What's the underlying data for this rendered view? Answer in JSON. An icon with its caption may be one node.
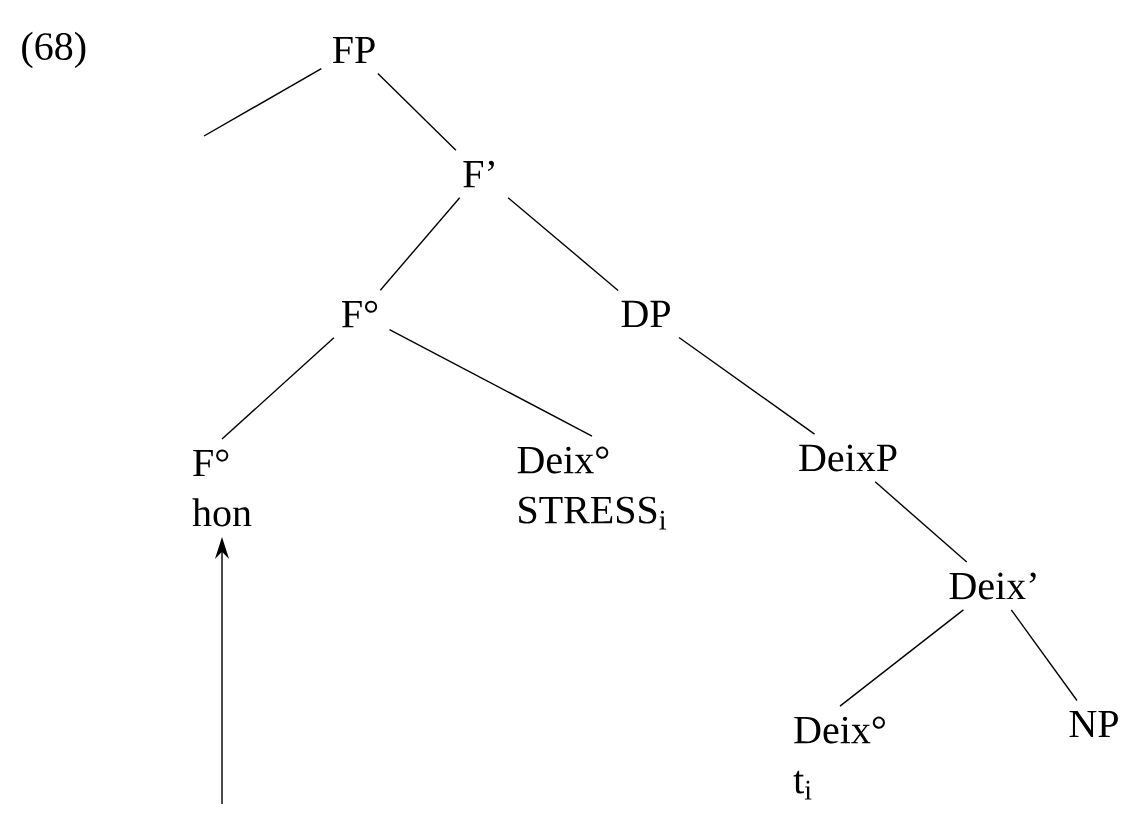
{
  "diagram": {
    "nodes": [
      {
        "text": [
          "FP"
        ]
      },
      {
        "text": [
          "F’"
        ]
      },
      {
        "text": [
          "F°"
        ]
      },
      {
        "text": [
          "DP"
        ]
      },
      {
        "text": [
          "F°",
          "hon"
        ]
      },
      {
        "text": [
          "Deix°",
          "STRESS$_{i}$"
        ]
      },
      {
        "text": [
          "DeixP"
        ]
      },
      {
        "text": [
          "Deix’"
        ]
      },
      {
        "text": [
          "Deix°",
          "t$_{i}$"
        ]
      },
      {
        "text": [
          "NP"
        ]
      }
    ],
    "edges": [
      {
        "from": 0,
        "to": null,
        "arrow": "none"
      },
      {
        "from": 0,
        "to": 1,
        "arrow": "none"
      },
      {
        "from": 1,
        "to": 2,
        "arrow": "none"
      },
      {
        "from": 1,
        "to": 3,
        "arrow": "none"
      },
      {
        "from": 2,
        "to": 4,
        "arrow": "none"
      },
      {
        "from": 2,
        "to": 5,
        "arrow": "none"
      },
      {
        "from": 3,
        "to": 6,
        "arrow": "none"
      },
      {
        "from": 6,
        "to": 7,
        "arrow": "none"
      },
      {
        "from": 7,
        "to": 8,
        "arrow": "none"
      },
      {
        "from": 7,
        "to": 9,
        "arrow": "none"
      },
      {
        "from": null,
        "to": 4,
        "arrow": "to"
      }
    ],
    "labels": [
      "(68)"
    ]
  }
}
